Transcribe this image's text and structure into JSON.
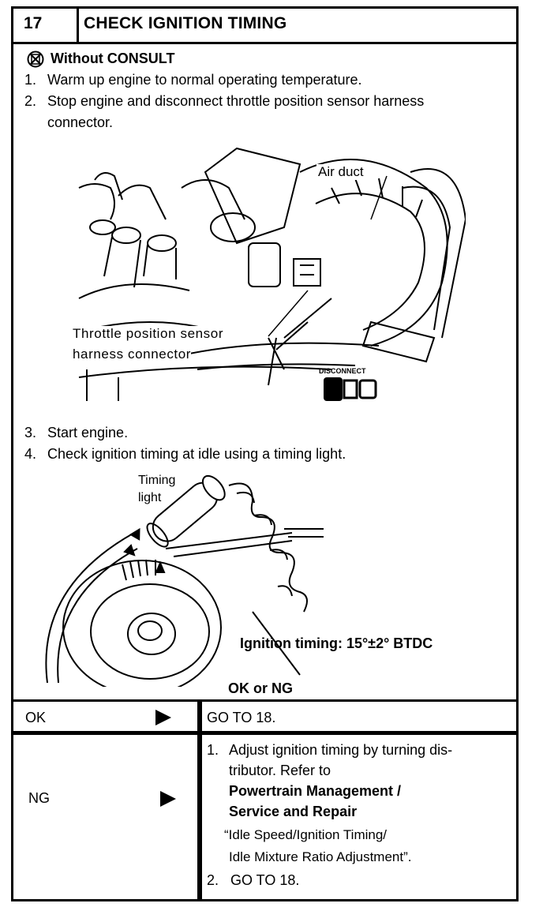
{
  "header": {
    "step_number": "17",
    "title": "CHECK IGNITION TIMING"
  },
  "without_consult": {
    "icon": "no-consult-icon",
    "label": "Without CONSULT"
  },
  "steps_top": [
    {
      "num": "1.",
      "text": "Warm up engine to normal operating temperature."
    },
    {
      "num": "2.",
      "line1": "Stop engine and disconnect throttle position sensor harness",
      "line2": "connector."
    }
  ],
  "figure1": {
    "air_duct_label": "Air duct",
    "tps_label_line1": "Throttle position sensor",
    "tps_label_line2": "harness connector",
    "disconnect_label": "DISCONNECT"
  },
  "steps_mid": [
    {
      "num": "3.",
      "text": "Start engine."
    },
    {
      "num": "4.",
      "text": "Check ignition timing at idle using a timing light."
    }
  ],
  "figure2": {
    "timing_light_line1": "Timing",
    "timing_light_line2": "light",
    "spec": "Ignition timing: 15°±2° BTDC"
  },
  "ok_ng_heading": "OK or NG",
  "results": {
    "ok": {
      "label": "OK",
      "action": "GO TO 18."
    },
    "ng": {
      "label": "NG",
      "item1_num": "1.",
      "item1_line1": "Adjust ignition timing by turning dis-",
      "item1_line2": "tributor. Refer to",
      "item1_bold1": "Powertrain Management /",
      "item1_bold2": "Service and Repair",
      "item1_quote1": "“Idle Speed/Ignition Timing/",
      "item1_quote2": "Idle Mixture Ratio Adjustment”.",
      "item2_num": "2.",
      "item2_text": "GO TO 18."
    }
  }
}
